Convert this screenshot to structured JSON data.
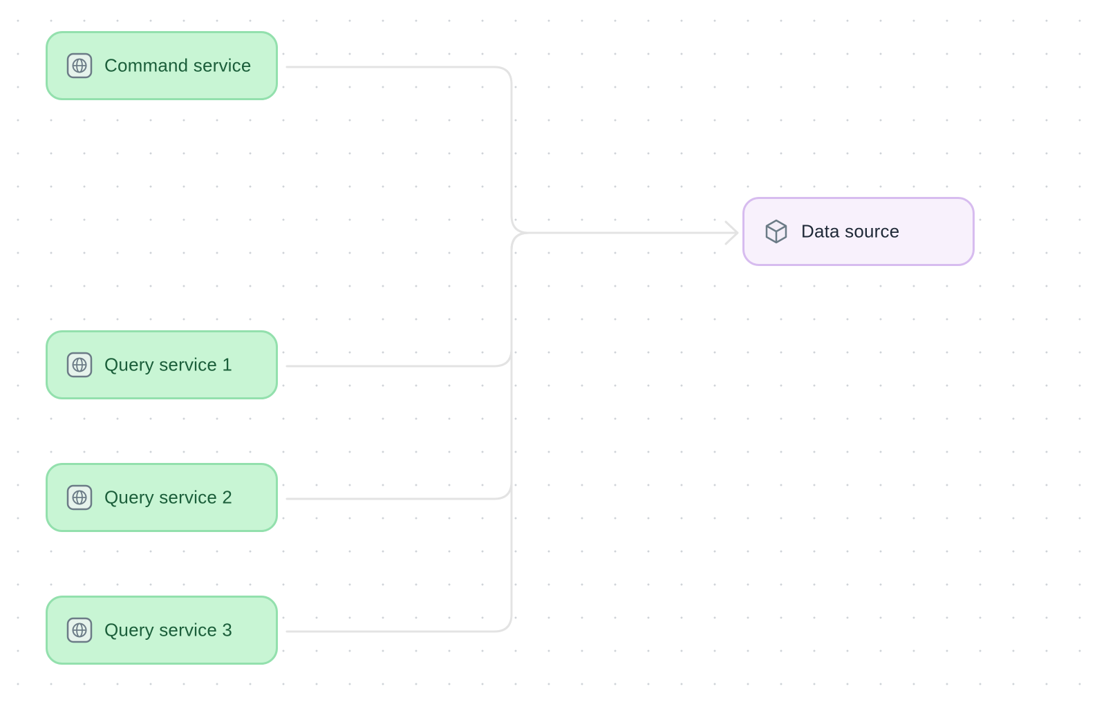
{
  "diagram": {
    "nodes": {
      "command_service": {
        "label": "Command service",
        "icon": "globe-icon"
      },
      "query_service_1": {
        "label": "Query service 1",
        "icon": "globe-icon"
      },
      "query_service_2": {
        "label": "Query service 2",
        "icon": "globe-icon"
      },
      "query_service_3": {
        "label": "Query service 3",
        "icon": "globe-icon"
      },
      "data_source": {
        "label": "Data source",
        "icon": "cube-icon"
      }
    },
    "edges": [
      {
        "from": "command_service",
        "to": "data_source"
      },
      {
        "from": "query_service_1",
        "to": "data_source"
      },
      {
        "from": "query_service_2",
        "to": "data_source"
      },
      {
        "from": "query_service_3",
        "to": "data_source"
      }
    ],
    "colors": {
      "service_fill": "#c8f5d4",
      "service_border": "#93e0ad",
      "service_text": "#1b5e3a",
      "datasource_fill": "#f8f1fc",
      "datasource_border": "#d7bcef",
      "edge": "#e3e3e3",
      "grid_dot": "#cfd3d8"
    }
  }
}
